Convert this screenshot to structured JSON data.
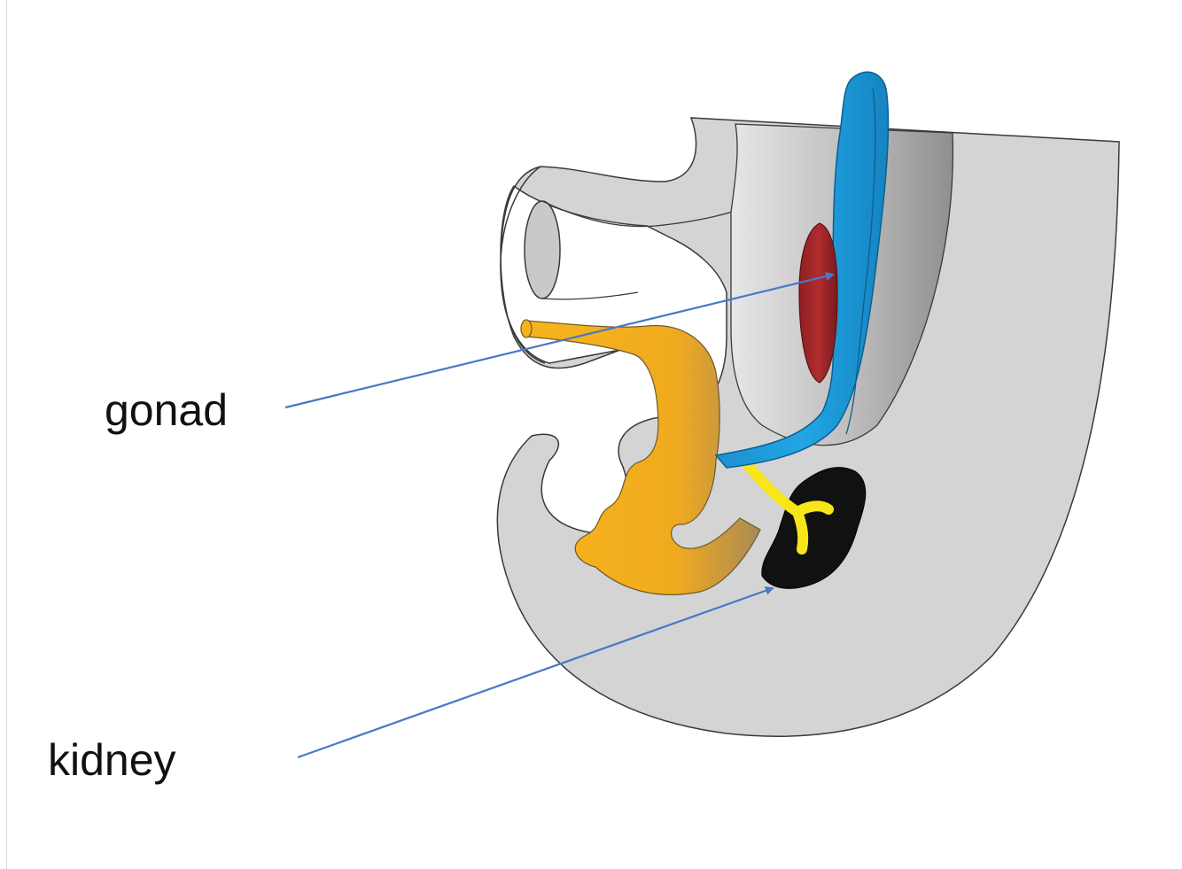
{
  "labels": {
    "gonad": "gonad",
    "kidney": "kidney"
  },
  "colors": {
    "background": "#ffffff",
    "body_fill": "#d4d4d5",
    "outline": "#3a3a3a",
    "gonad": "#a4262a",
    "duct": "#1a9ad6",
    "gut": "#f5b21b",
    "ureter": "#f6e61a",
    "kidney": "#111111",
    "arrow": "#4a78c4",
    "text": "#111111"
  },
  "icons": {
    "arrow": "arrowhead"
  }
}
